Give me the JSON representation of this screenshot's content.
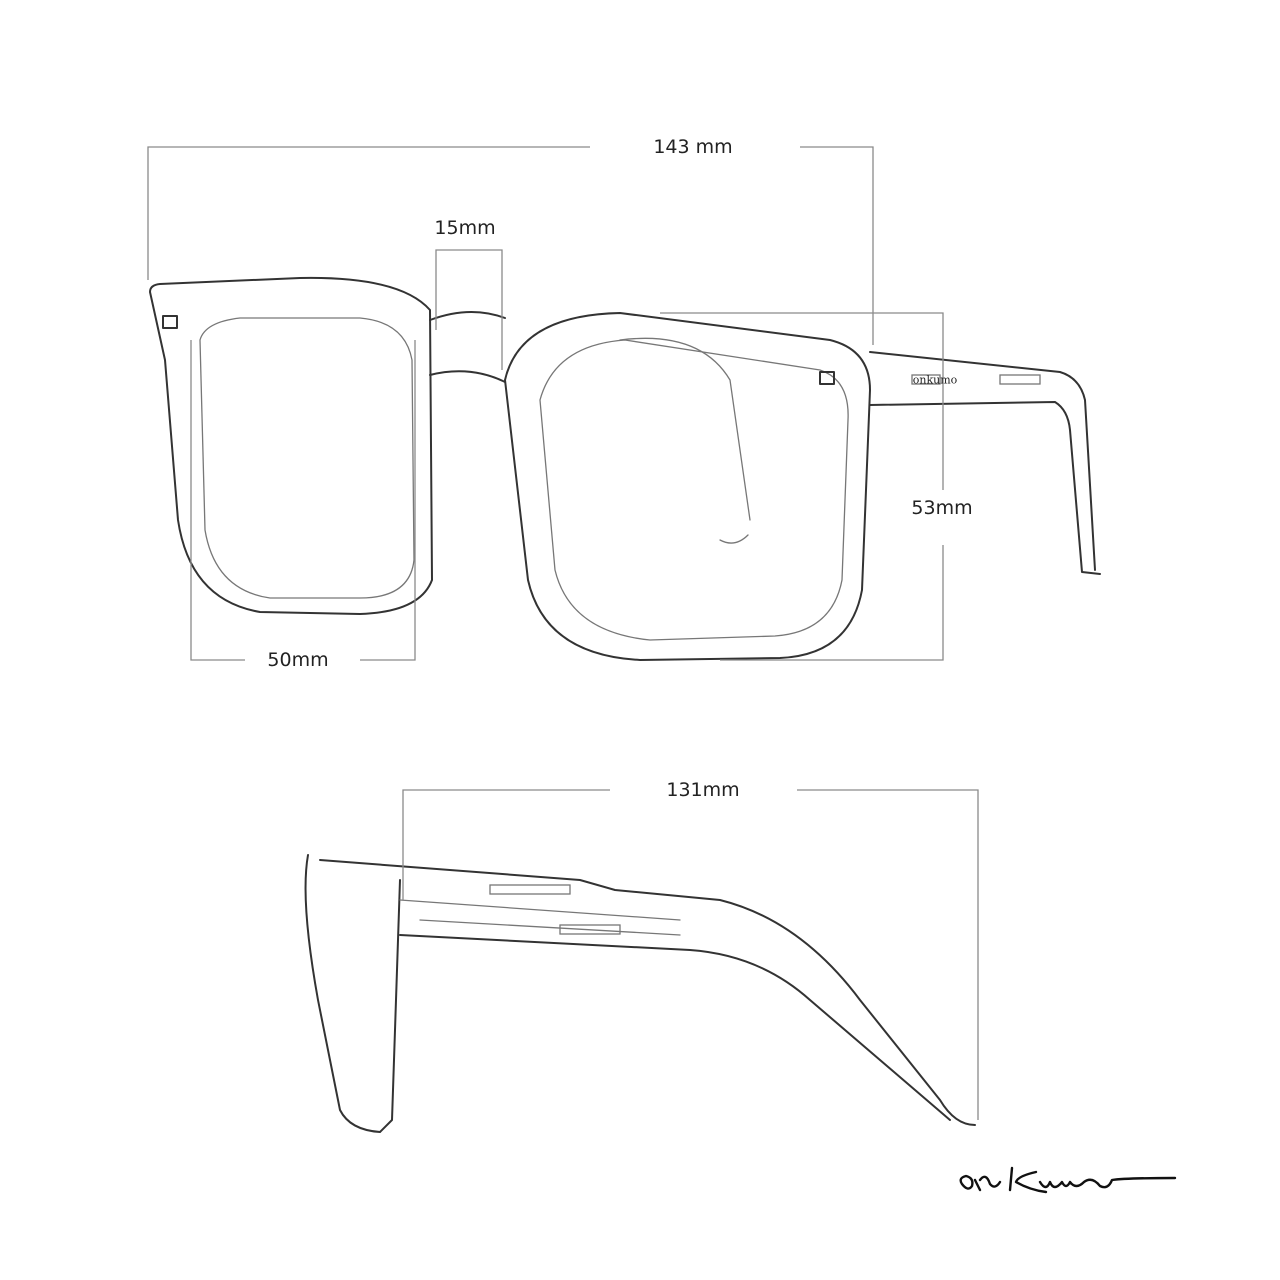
{
  "dimensions": {
    "total_width": "143 mm",
    "bridge": "15mm",
    "lens_height": "53mm",
    "lens_width": "50mm",
    "temple_length": "131mm"
  },
  "brand": {
    "logo_text": "onkumo",
    "temple_print": "onkumo"
  }
}
